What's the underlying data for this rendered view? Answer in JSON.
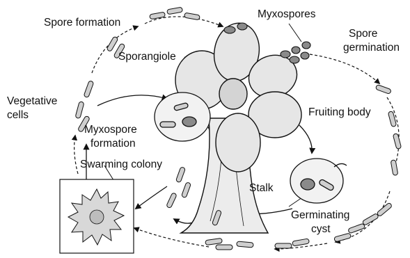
{
  "diagram": {
    "labels": {
      "spore_formation": "Spore formation",
      "myxospores": "Myxospores",
      "spore_germination_1": "Spore",
      "spore_germination_2": "germination",
      "sporangiole": "Sporangiole",
      "vegetative_cells_1": "Vegetative",
      "vegetative_cells_2": "cells",
      "fruiting_body": "Fruiting body",
      "myxospore_formation_1": "Myxospore",
      "myxospore_formation_2": "formation",
      "swarming_colony": "Swarming colony",
      "stalk": "Stalk",
      "germinating_cyst_1": "Germinating",
      "germinating_cyst_2": "cyst"
    },
    "colors": {
      "ink": "#111111",
      "spore_fill": "#8a8a8a",
      "rod_fill": "#cfcfcf",
      "body_fill": "#e6e6e6"
    }
  }
}
